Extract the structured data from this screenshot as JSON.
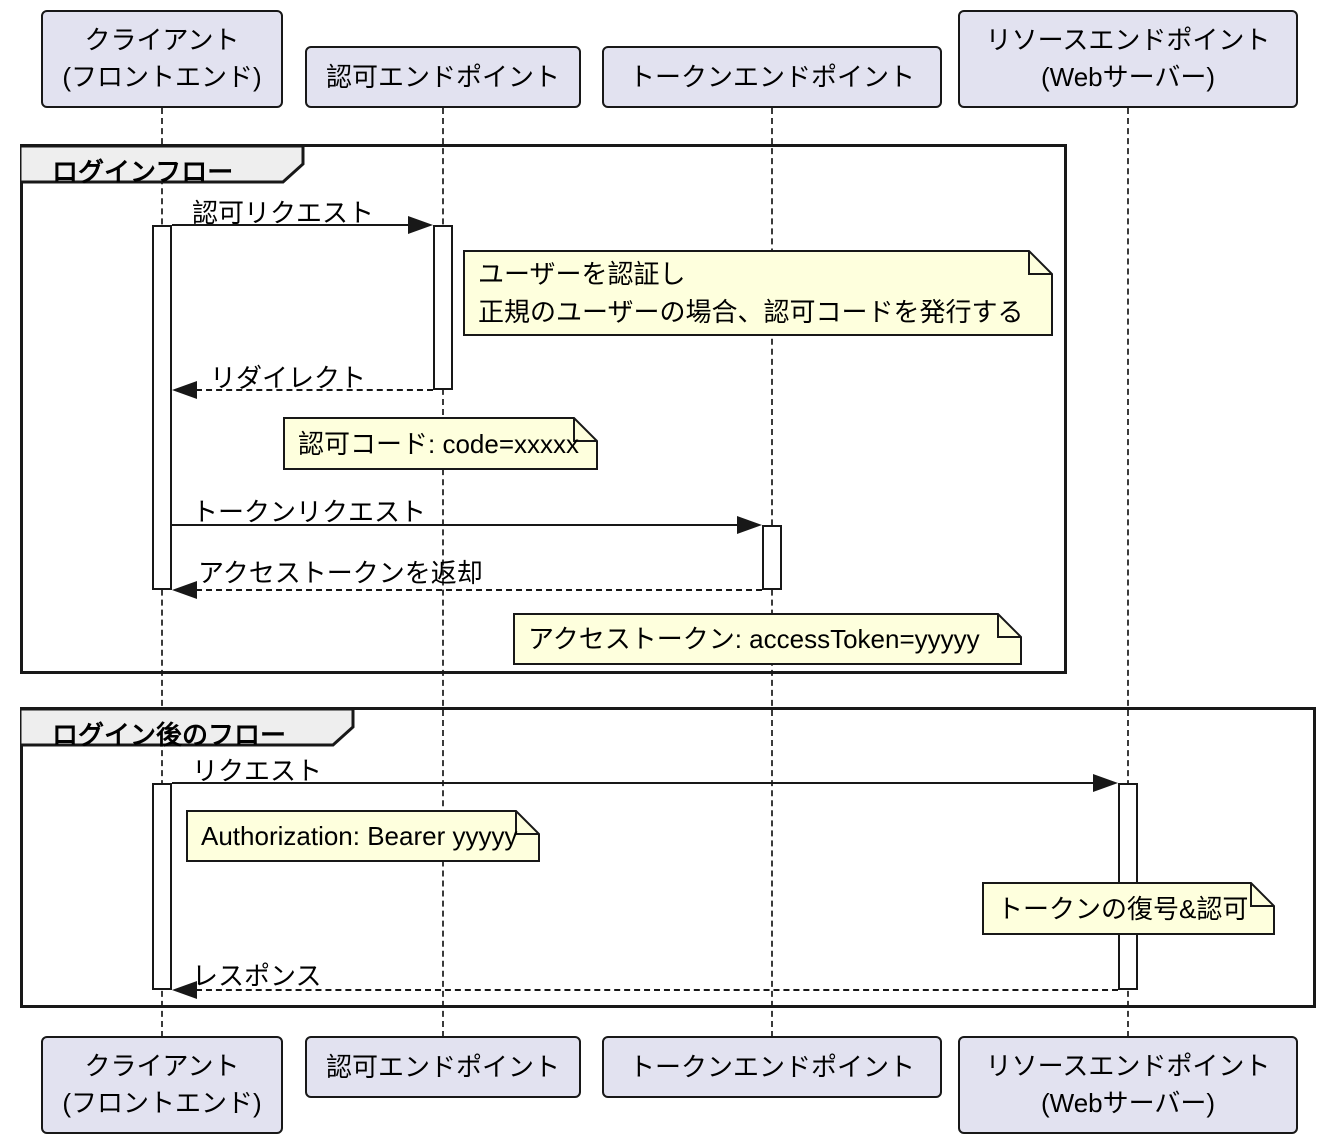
{
  "diagram_type": "sequence-diagram",
  "colors": {
    "participant_fill": "#E2E2F0",
    "note_fill": "#FEFFDD",
    "frame_tab_fill": "#EEEEEE",
    "line_color": "#181818",
    "background": "#FFFFFF"
  },
  "participants": [
    {
      "id": "client",
      "line1": "クライアント",
      "line2": "(フロントエンド)"
    },
    {
      "id": "auth-endpoint",
      "line1": "認可エンドポイント"
    },
    {
      "id": "token-endpoint",
      "line1": "トークンエンドポイント"
    },
    {
      "id": "resource-endpoint",
      "line1": "リソースエンドポイント",
      "line2": "(Webサーバー)"
    }
  ],
  "frames": [
    {
      "label": "ログインフロー"
    },
    {
      "label": "ログイン後のフロー"
    }
  ],
  "messages": [
    {
      "label": "認可リクエスト",
      "from": "client",
      "to": "auth-endpoint",
      "style": "solid"
    },
    {
      "label": "リダイレクト",
      "from": "auth-endpoint",
      "to": "client",
      "style": "dashed"
    },
    {
      "label": "トークンリクエスト",
      "from": "client",
      "to": "token-endpoint",
      "style": "solid"
    },
    {
      "label": "アクセストークンを返却",
      "from": "token-endpoint",
      "to": "client",
      "style": "dashed"
    },
    {
      "label": "リクエスト",
      "from": "client",
      "to": "resource-endpoint",
      "style": "solid"
    },
    {
      "label": "レスポンス",
      "from": "resource-endpoint",
      "to": "client",
      "style": "dashed"
    }
  ],
  "notes": [
    {
      "lines": [
        "ユーザーを認証し",
        "正規のユーザーの場合、認可コードを発行する"
      ]
    },
    {
      "lines": [
        "認可コード: code=xxxxx"
      ]
    },
    {
      "lines": [
        "アクセストークン: accessToken=yyyyy"
      ]
    },
    {
      "lines": [
        "Authorization: Bearer yyyyy"
      ]
    },
    {
      "lines": [
        "トークンの復号&認可"
      ]
    }
  ]
}
